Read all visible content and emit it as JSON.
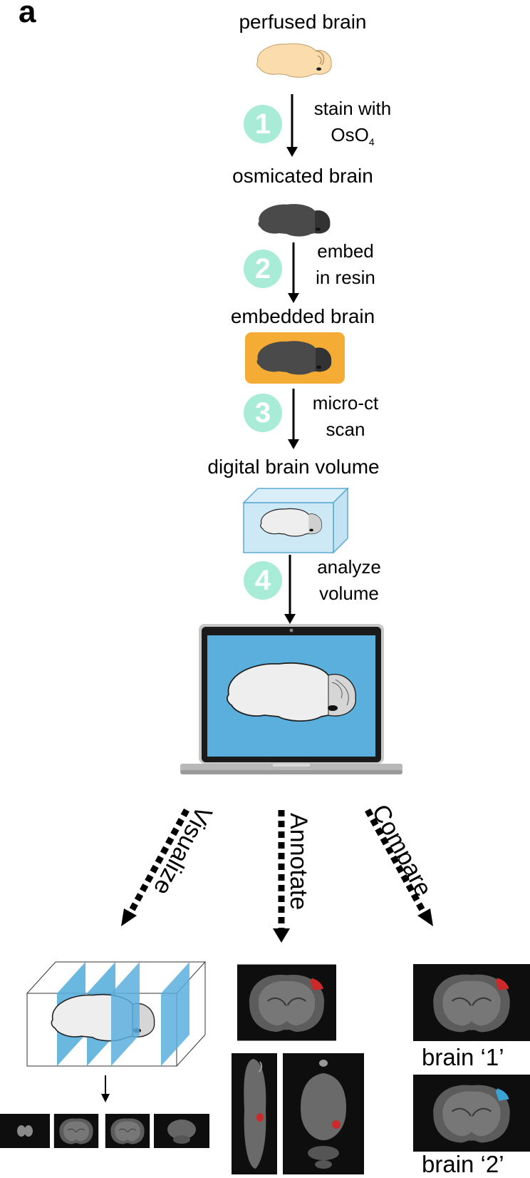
{
  "panel_label": "a",
  "stages": {
    "perfused": "perfused brain",
    "osmicated": "osmicated brain",
    "embedded": "embedded brain",
    "digital": "digital brain volume"
  },
  "steps": [
    {
      "number": "1",
      "line1": "stain with",
      "line2": "OsO",
      "line2_sub": "4"
    },
    {
      "number": "2",
      "line1": "embed",
      "line2": "in resin"
    },
    {
      "number": "3",
      "line1": "micro-ct",
      "line2": "scan"
    },
    {
      "number": "4",
      "line1": "analyze",
      "line2": "volume"
    }
  ],
  "branches": {
    "visualize": "Visualize",
    "annotate": "Annotate",
    "compare": "Compare"
  },
  "compare_labels": {
    "brain1": "brain ‘1’",
    "brain2": "brain ‘2’"
  },
  "colors": {
    "step_circle": "#a8ebd7",
    "perfused_brain": "#fbdcac",
    "osmicated_brain": "#4a4a4a",
    "resin": "#f5ac35",
    "volume_box": "#cde9f6",
    "screen": "#5aafdd",
    "annotation_red": "#cc2a2a",
    "annotation_blue": "#3aa3d6"
  }
}
